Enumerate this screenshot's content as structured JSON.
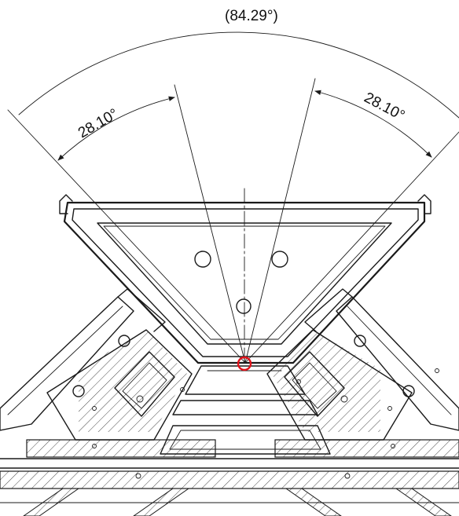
{
  "annotations": {
    "total_angle": "(84.29°)",
    "left_angle": "28.10°",
    "right_angle": "28.10°"
  },
  "marker": {
    "color": "#e0121a"
  }
}
